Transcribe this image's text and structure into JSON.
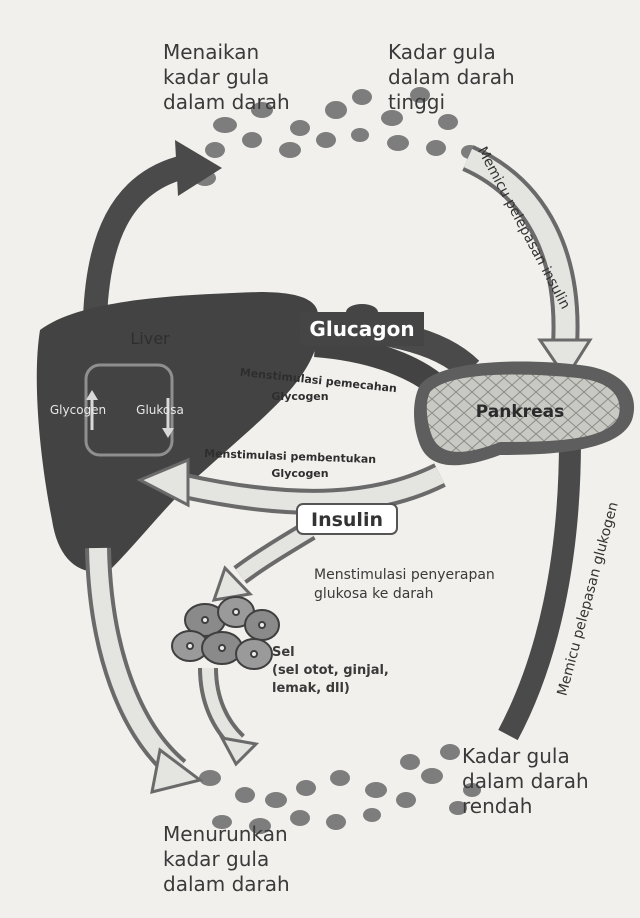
{
  "labels": {
    "top_left": [
      "Menaikan",
      "kadar gula",
      "dalam darah"
    ],
    "top_right": [
      "Kadar gula",
      "dalam darah",
      "tinggi"
    ],
    "bottom_left": [
      "Menurunkan",
      "kadar gula",
      "dalam darah"
    ],
    "bottom_right": [
      "Kadar gula",
      "dalam darah",
      "rendah"
    ],
    "trigger_insulin": "Memicu pelepasan insulin",
    "trigger_glucagon": "Memicu pelepasan glukogen",
    "liver": "Liver",
    "glycogen": "Glycogen",
    "glukosa": "Glukosa",
    "glucagon": "Glucagon",
    "insulin": "Insulin",
    "pankreas": "Pankreas",
    "stim_breakdown": [
      "Menstimulasi pemecahan",
      "Glycogen"
    ],
    "stim_formation": [
      "Menstimulasi pembentukan",
      "Glycogen"
    ],
    "stim_uptake": [
      "Menstimulasi penyerapan",
      "glukosa ke darah"
    ],
    "cells": [
      "Sel",
      "(sel otot, ginjal,",
      "lemak, dll)"
    ]
  },
  "colors": {
    "background": "#f1f0ec",
    "liver": "#434343",
    "dark_arrow": "#4a4a4a",
    "light_arrow": "#e4e4e0",
    "dots": "#7d7d7d",
    "text": "#3a3a3a"
  }
}
